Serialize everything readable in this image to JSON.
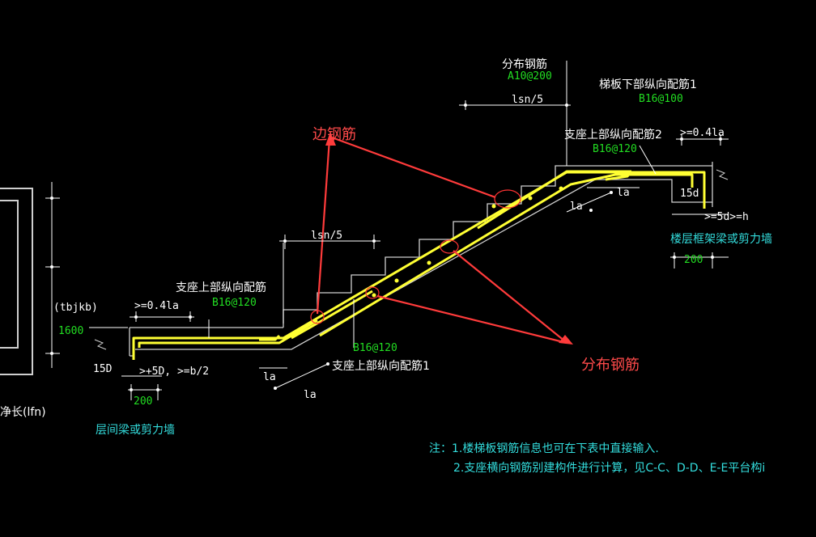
{
  "colors": {
    "background": "#000000",
    "stair_outline": "#cfcfcf",
    "rebar": "#ffff33",
    "label_text": "#ffffff",
    "spec_text": "#22dd22",
    "note_text": "#33dddd",
    "callout": "#ff4a4a",
    "dimension": "#ffffff"
  },
  "labels": {
    "distribution_rebar_top": "分布钢筋",
    "distribution_rebar_top_spec": "A10@200",
    "slab_bottom_long_rebar_1": "梯板下部纵向配筋1",
    "slab_bottom_long_rebar_1_spec": "B16@100",
    "support_top_long_rebar_2": "支座上部纵向配筋2",
    "support_top_long_rebar_2_spec": "B16@120",
    "lsn5_upper": "lsn/5",
    "lsn5_lower": "lsn/5",
    "ge_04la_upper": ">=0.4la",
    "ge_04la_lower": ">=0.4la",
    "d15_upper": "15d",
    "ge_5d_h": ">=5d>=h",
    "la_upper_1": "la",
    "la_upper_2": "la",
    "floor_frame_beam": "楼层框架梁或剪力墙",
    "dim_200_right": "200",
    "support_top_long_rebar_left": "支座上部纵向配筋",
    "support_top_long_rebar_left_spec": "B16@120",
    "tbjkb": "(tbjkb)",
    "dim_1600": "1600",
    "d15_lower": "15D",
    "ge_5d_b2": ">+5D, >=b/2",
    "dim_200_left": "200",
    "la_lower_1": "la",
    "la_lower_2": "la",
    "support_top_long_rebar_1_spec": "B16@120",
    "support_top_long_rebar_1": "支座上部纵向配筋1",
    "clear_length": "净长(lfn)",
    "mid_beam": "层间梁或剪力墙",
    "edge_rebar_callout": "边钢筋",
    "distribution_rebar_callout": "分布钢筋"
  },
  "notes": {
    "line1": "注：1.楼梯板钢筋信息也可在下表中直接输入.",
    "line2": "2.支座横向钢筋别建构件进行计算，见C-C、D-D、E-E平台构i"
  }
}
